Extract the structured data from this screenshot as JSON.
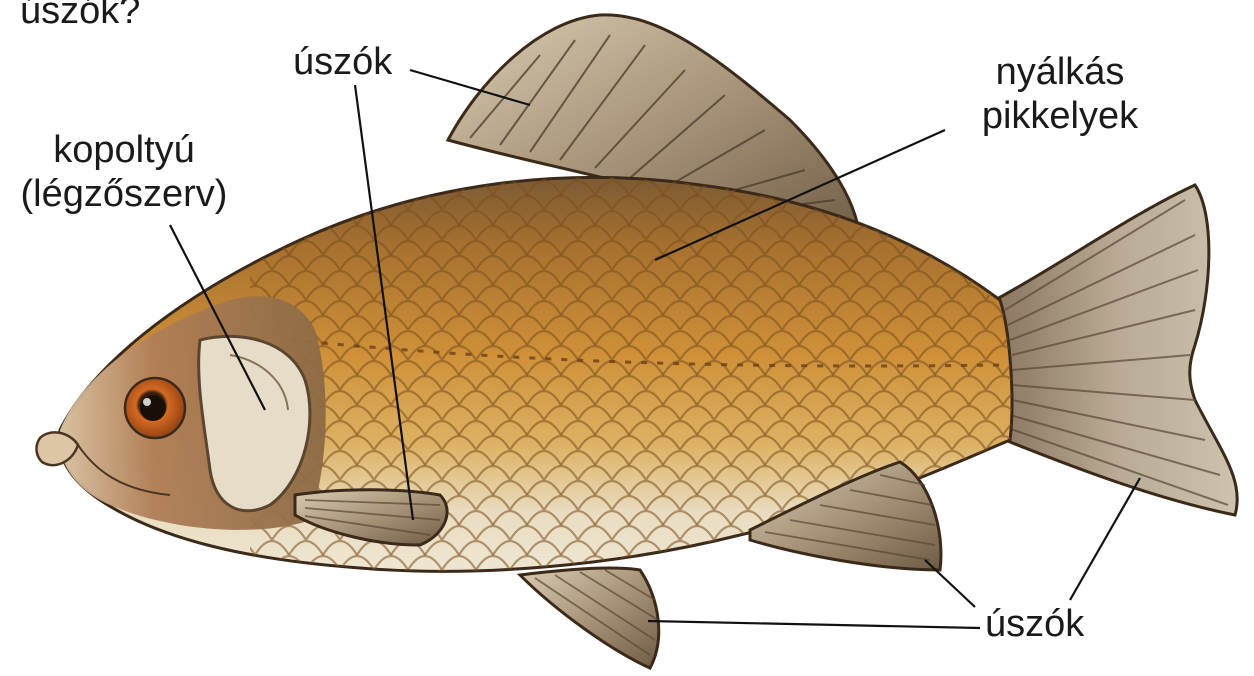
{
  "question_fragment": "úszók?",
  "labels": {
    "fin_top": "úszók",
    "gill_line1": "kopoltyú",
    "gill_line2": "(légzőszerv)",
    "scales_line1": "nyálkás",
    "scales_line2": "pikkelyek",
    "fin_bottom": "úszók"
  },
  "colors": {
    "body_orange": "#c98a35",
    "belly": "#ece2c8",
    "head": "#a9764e",
    "fin": "#b9ab93",
    "outline": "#3b2a1a",
    "eye_iris": "#c0601f",
    "leader_line": "#111111"
  },
  "illustration": {
    "subject": "crucian carp (Carassius) side view",
    "icon": "fish-illustration"
  }
}
